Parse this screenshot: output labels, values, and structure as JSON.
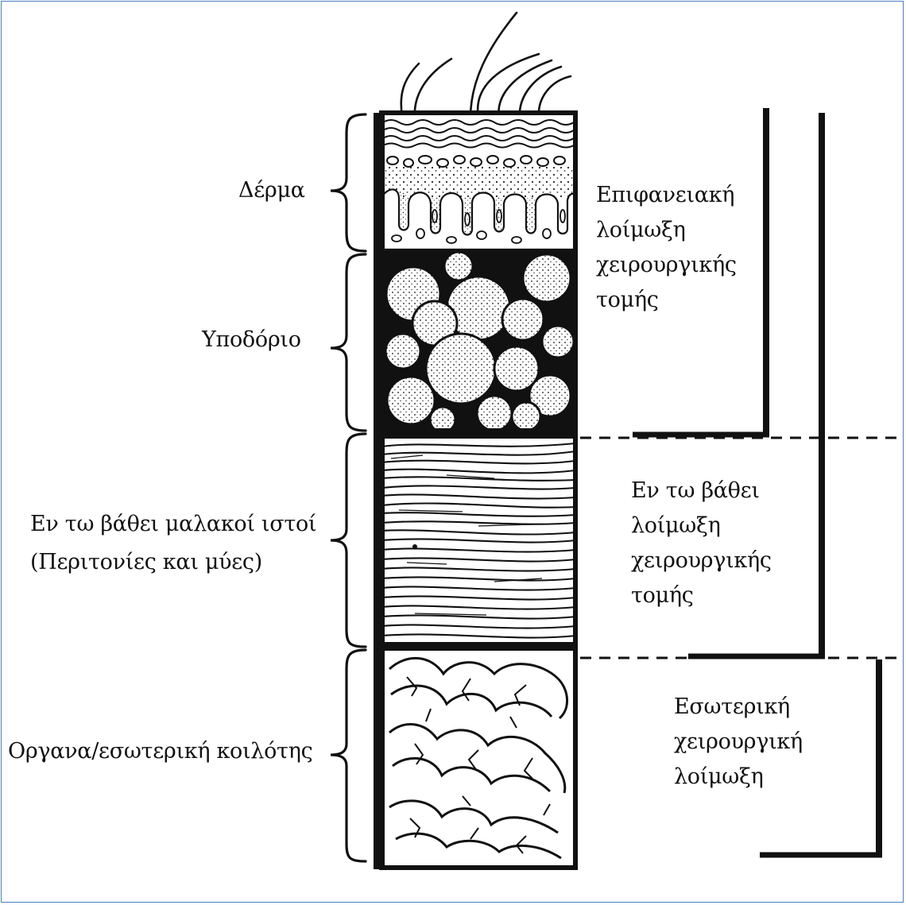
{
  "layers": [
    {
      "label": "Δέρμα"
    },
    {
      "label": "Υποδόριο"
    },
    {
      "label": "Εν τω βάθει μαλακοί ιστοί",
      "label_line2": "(Περιτονίες και μύες)"
    },
    {
      "label": "Οργανα/εσωτερική κοιλότης"
    }
  ],
  "infections": [
    {
      "lines": [
        "Επιφανειακή",
        "λοίμωξη",
        "χειρουργικής",
        "τομής"
      ]
    },
    {
      "lines": [
        "Εν τω βάθει",
        "λοίμωξη",
        "χειρουργικής",
        "τομής"
      ]
    },
    {
      "lines": [
        "Εσωτερική",
        "χειρουργική",
        "λοίμωξη"
      ]
    }
  ]
}
